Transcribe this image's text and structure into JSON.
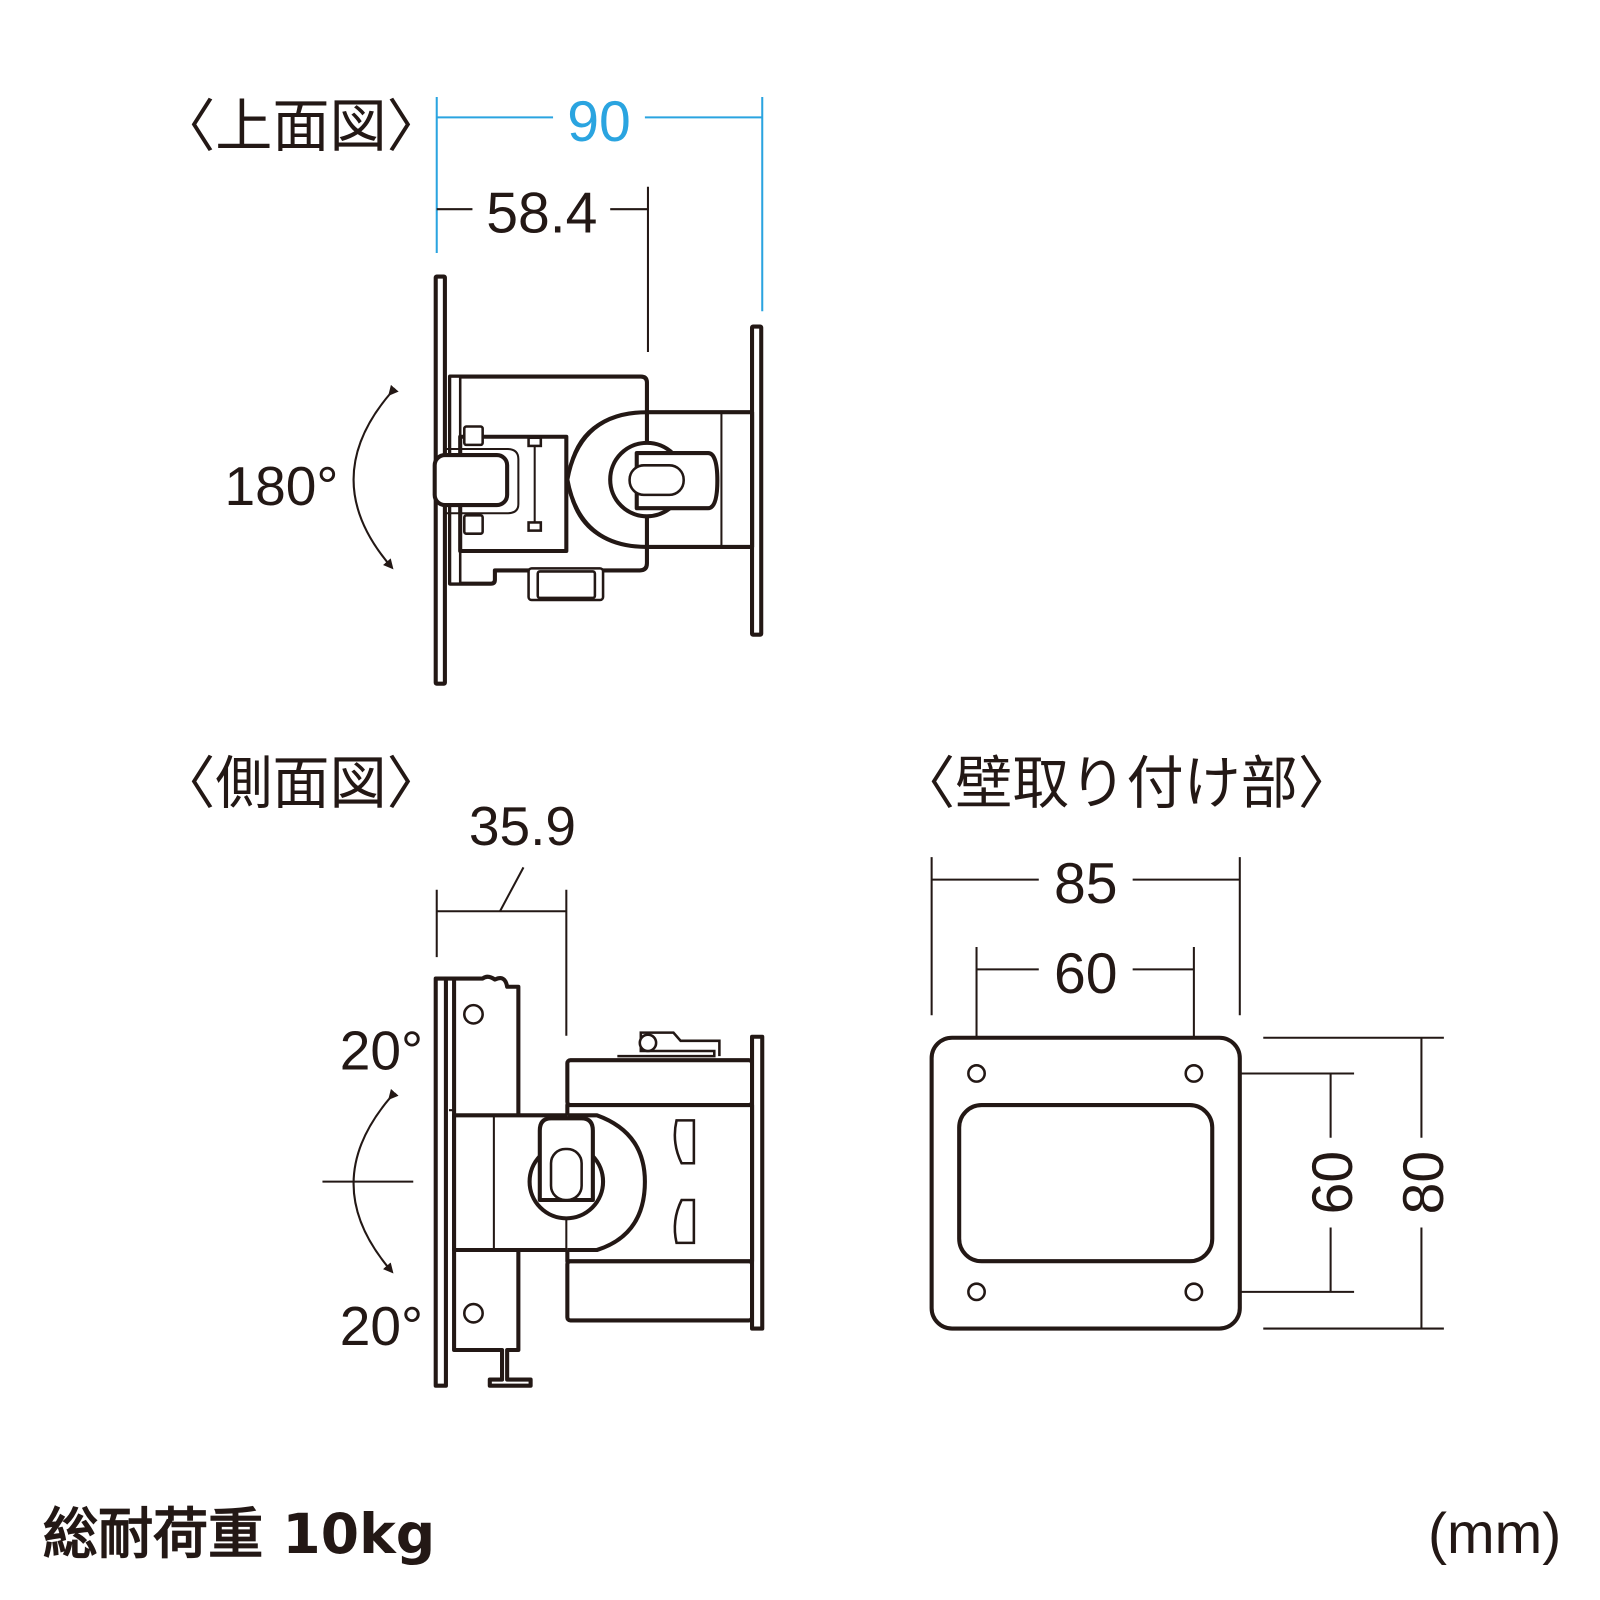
{
  "colors": {
    "line": "#231815",
    "dimension_accent": "#2aa4e0"
  },
  "top_view": {
    "title": "〈上面図〉",
    "width_total": "90",
    "depth": "58.4",
    "rotation": "180°"
  },
  "side_view": {
    "title": "〈側面図〉",
    "depth": "35.9",
    "tilt_up": "20°",
    "tilt_down": "20°"
  },
  "wall_mount": {
    "title": "〈壁取り付け部〉",
    "plate_width": "85",
    "hole_pitch_horizontal": "60",
    "hole_pitch_vertical": "60",
    "plate_height": "80"
  },
  "footer": {
    "load_capacity": "総耐荷重 10kg",
    "unit": "(mm)"
  }
}
